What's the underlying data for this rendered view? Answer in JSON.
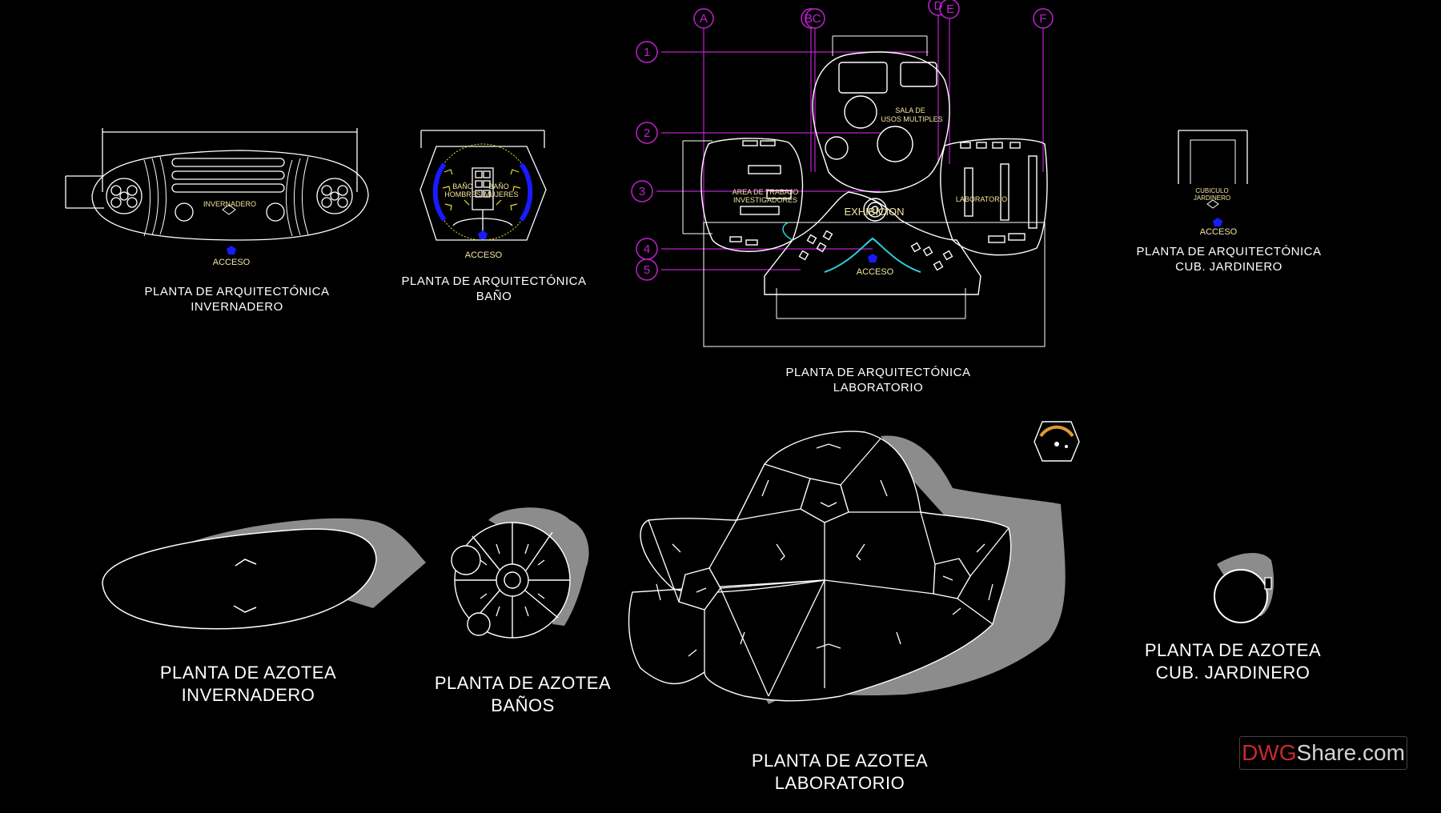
{
  "captions": {
    "inv_plan": [
      "PLANTA DE ARQUITECTÓNICA",
      "INVERNADERO"
    ],
    "bano_plan": [
      "PLANTA DE ARQUITECTÓNICA",
      "BAÑO"
    ],
    "lab_plan": [
      "PLANTA DE ARQUITECTÓNICA",
      "LABORATORIO"
    ],
    "jard_plan": [
      "PLANTA DE ARQUITECTÓNICA",
      "CUB. JARDINERO"
    ],
    "inv_roof": [
      "PLANTA DE AZOTEA",
      "INVERNADERO"
    ],
    "bano_roof": [
      "PLANTA DE AZOTEA",
      "BAÑOS"
    ],
    "lab_roof": [
      "PLANTA DE AZOTEA",
      "LABORATORIO"
    ],
    "jard_roof": [
      "PLANTA DE AZOTEA",
      "CUB. JARDINERO"
    ]
  },
  "labels": {
    "acceso": "ACCESO",
    "invernadero": "INVERNADERO",
    "bano_hombres": [
      "BAÑO",
      "HOMBRES"
    ],
    "bano_mujeres": [
      "BAÑO",
      "MUJERES"
    ],
    "sala": [
      "SALA DE",
      "USOS MULTIPLES"
    ],
    "area_trabajo": [
      "AREA DE TRABAJO",
      "INVESTIGADORES"
    ],
    "laboratorio": "LABORATORIO",
    "exhibicion": "EXHIBICION",
    "cubiculo": [
      "CUBICULO",
      "JARDINERO"
    ]
  },
  "grid_axes": {
    "columns": [
      "A",
      "B",
      "C",
      "D",
      "E",
      "F"
    ],
    "rows": [
      "1",
      "2",
      "3",
      "4",
      "5"
    ]
  },
  "watermark": {
    "part1": "DWG",
    "part2": "Share.com"
  },
  "colors": {
    "background": "#000000",
    "linework": "#ffffff",
    "grid": "#c020d0",
    "roof_shadow": "#8c8c8c",
    "access_marker": "#1a1aff",
    "room_label": "#f2e6a0",
    "fixture": "#e8d830",
    "cyan_wall": "#30d0e0"
  }
}
